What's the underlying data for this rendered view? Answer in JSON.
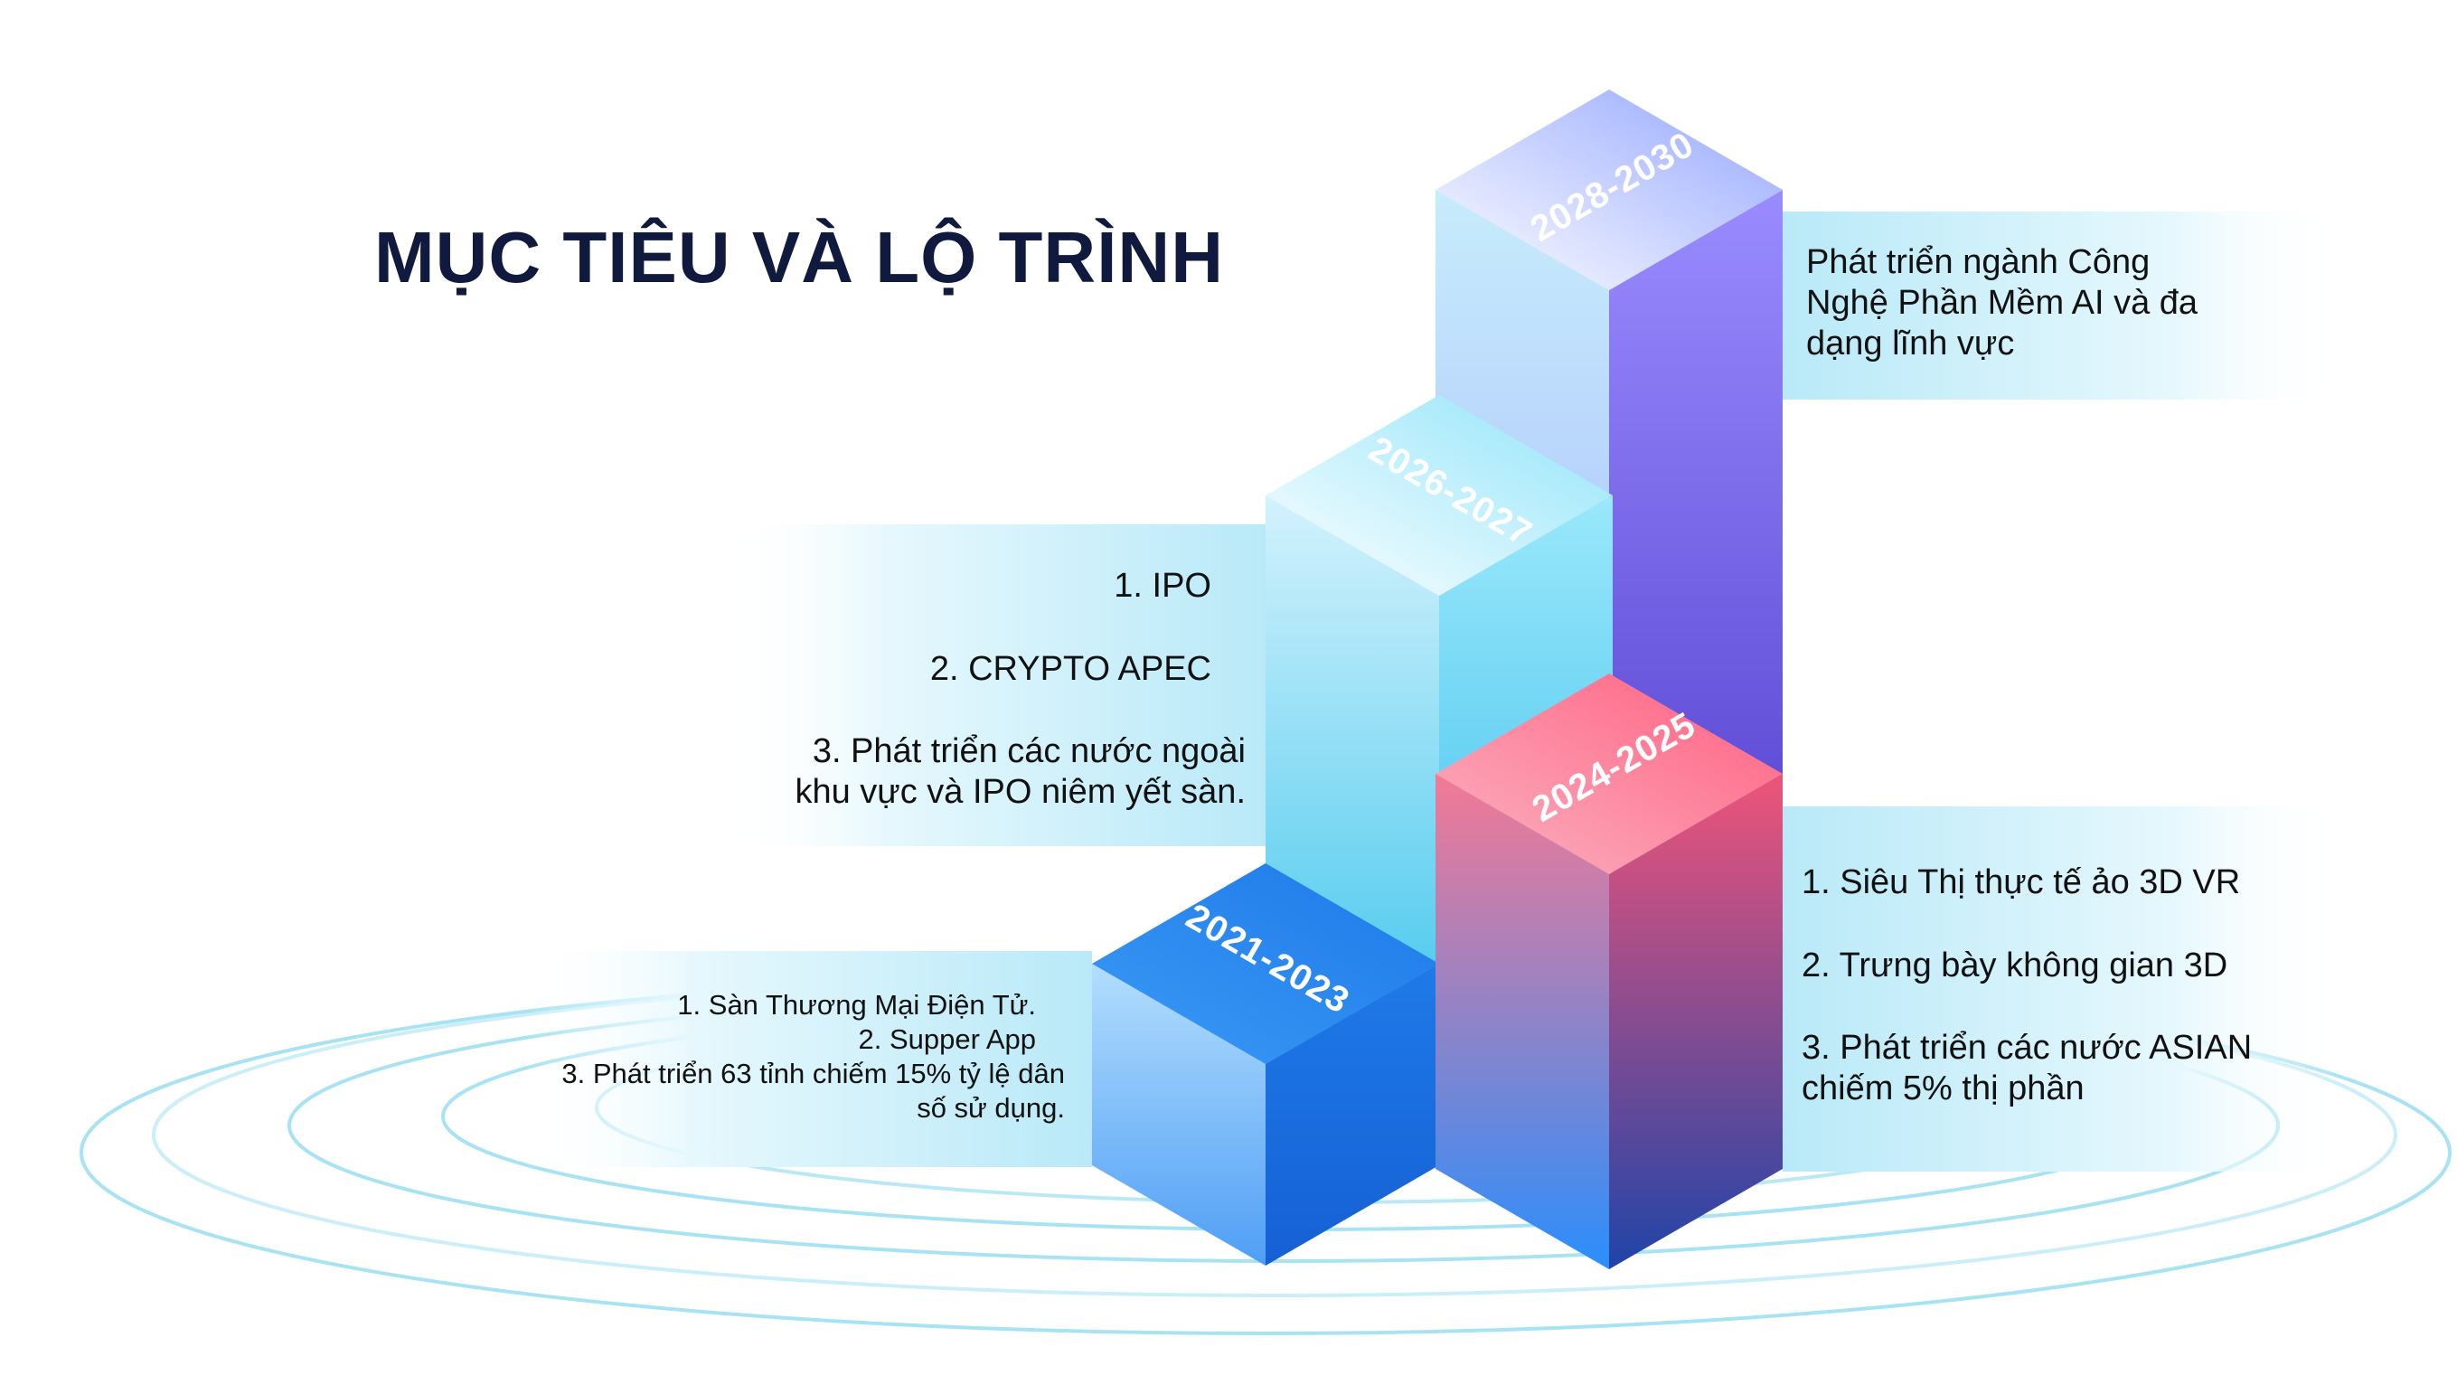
{
  "title": "MỤC TIÊU VÀ LỘ TRÌNH",
  "stages": {
    "s2021": {
      "period": "2021-2023",
      "items": [
        "1. Sàn Thương Mại Điện Tử.",
        "2. Supper App",
        "3. Phát triển 63 tỉnh chiếm 15% tỷ lệ dân",
        "số sử dụng."
      ]
    },
    "s2024": {
      "period": "2024-2025",
      "items": [
        "1. Siêu Thị thực tế ảo 3D VR",
        "2. Trưng bày không gian 3D",
        "3. Phát triển các nước ASIAN",
        "chiếm 5% thị phần"
      ]
    },
    "s2026": {
      "period": "2026-2027",
      "items": [
        "1. IPO",
        "2. CRYPTO APEC",
        "3. Phát triển các nước ngoài",
        "khu vực và IPO niêm yết sàn."
      ]
    },
    "s2028": {
      "period": "2028-2030",
      "items": [
        "Phát triển ngành Công",
        "Nghệ Phần Mềm AI và đa",
        "dạng lĩnh vực"
      ]
    }
  },
  "colors": {
    "title": "#101a3e",
    "ring": "#a8e3f3",
    "panel": "#c9eefa"
  }
}
